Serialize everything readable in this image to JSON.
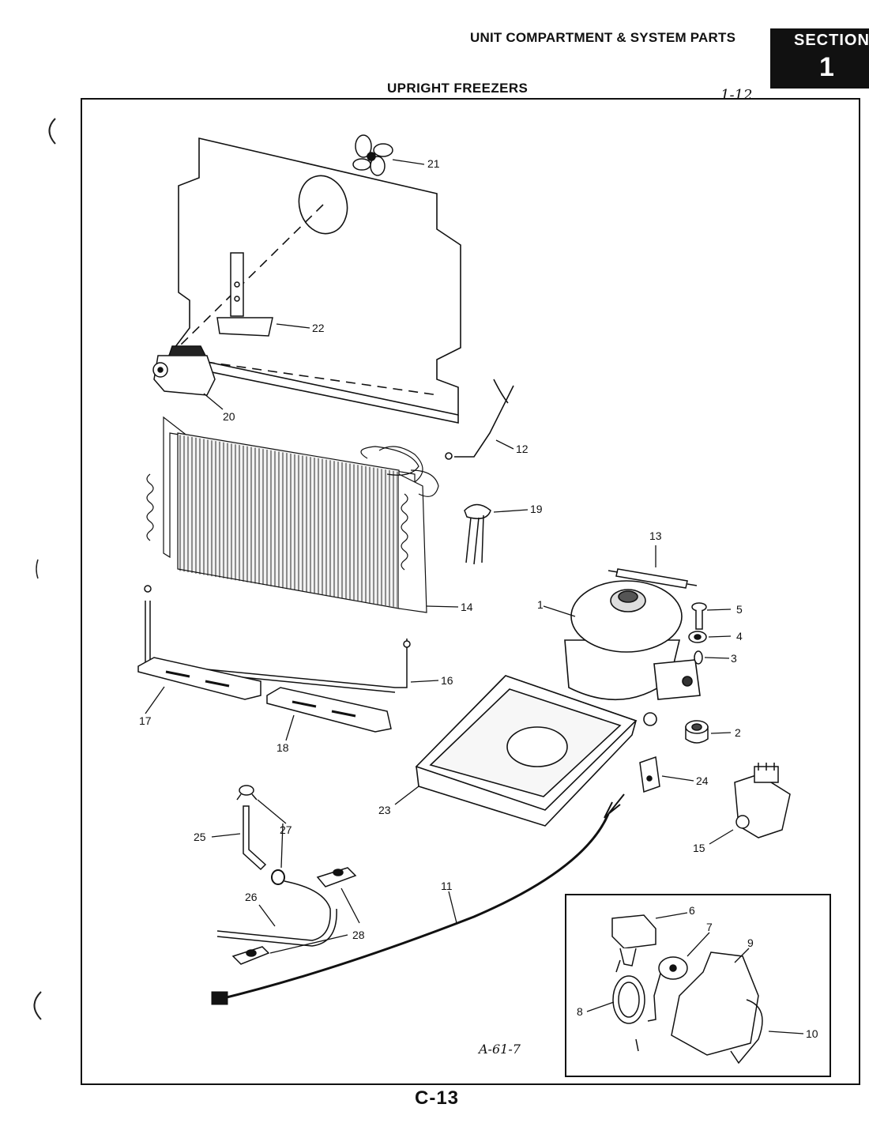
{
  "header": {
    "title": "UNIT COMPARTMENT & SYSTEM PARTS",
    "section_label": "SECTION",
    "section_number": "1"
  },
  "subtitle": "UPRIGHT FREEZERS",
  "page_ref": "1-12",
  "sheet_code": "A-61-7",
  "page_number": "C-13",
  "callouts": {
    "c1": "1",
    "c2": "2",
    "c3": "3",
    "c4": "4",
    "c5": "5",
    "c6": "6",
    "c7": "7",
    "c8": "8",
    "c9": "9",
    "c10": "10",
    "c11": "11",
    "c12": "12",
    "c13": "13",
    "c14": "14",
    "c15": "15",
    "c16": "16",
    "c17": "17",
    "c18": "18",
    "c19": "19",
    "c20": "20",
    "c21": "21",
    "c22": "22",
    "c23": "23",
    "c24": "24",
    "c25": "25",
    "c26": "26",
    "c27": "27",
    "c28a": "28",
    "c28b": "28"
  }
}
